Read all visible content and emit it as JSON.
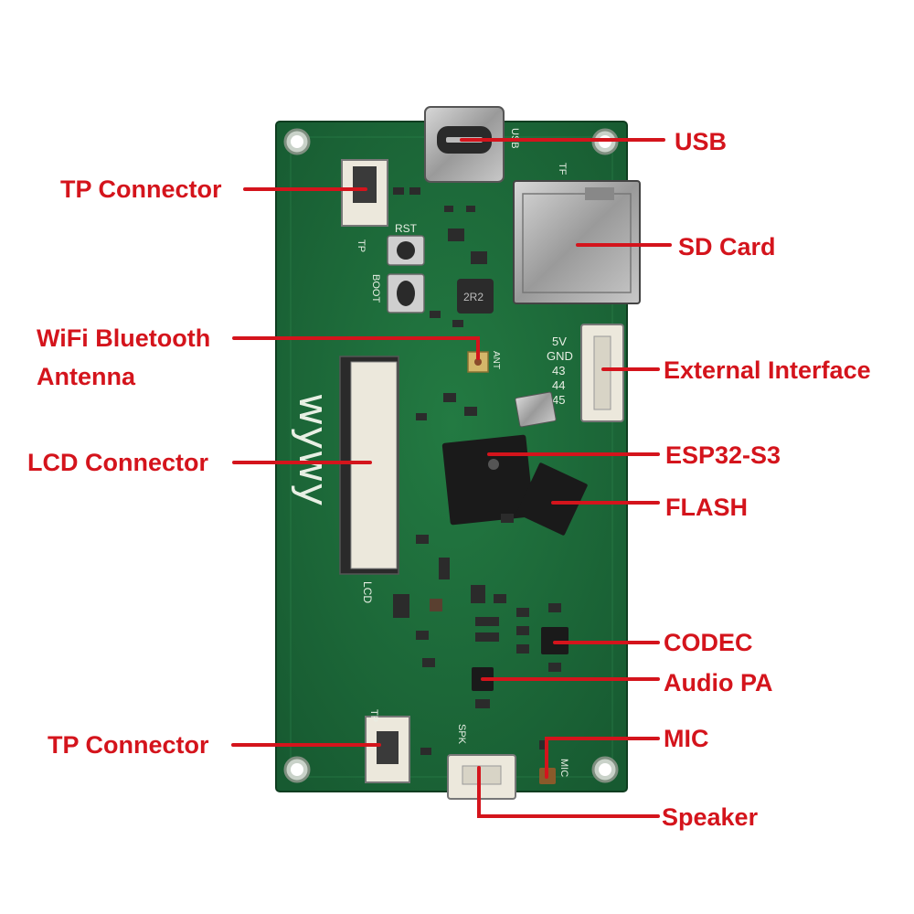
{
  "board": {
    "brand": "wywy",
    "silkscreen": {
      "usb": "USB",
      "tf": "TF",
      "tp_top": "TP",
      "tp_bottom": "TP",
      "rst": "RST",
      "boot": "BOOT",
      "ant": "ANT",
      "lcd": "LCD",
      "spk": "SPK",
      "mic": "MIC",
      "inductor": "2R2",
      "pin_5v": "5V",
      "pin_gnd": "GND",
      "pin_43": "43",
      "pin_44": "44",
      "pin_45": "45"
    }
  },
  "callouts": {
    "usb": "USB",
    "tp_connector_top": "TP Connector",
    "sd_card": "SD Card",
    "wifi_line1": "WiFi Bluetooth",
    "wifi_line2": "Antenna",
    "external_interface": "External Interface",
    "lcd_connector": "LCD Connector",
    "esp32": "ESP32-S3",
    "flash": "FLASH",
    "codec": "CODEC",
    "audio_pa": "Audio PA",
    "mic": "MIC",
    "tp_connector_bottom": "TP Connector",
    "speaker": "Speaker"
  },
  "colors": {
    "label": "#d4141c",
    "pcb": "#1e6b3a",
    "pcb_dark": "#154f2a",
    "silk": "#e8efe4",
    "chip": "#1a1a1a",
    "connector": "#ece8dc"
  }
}
